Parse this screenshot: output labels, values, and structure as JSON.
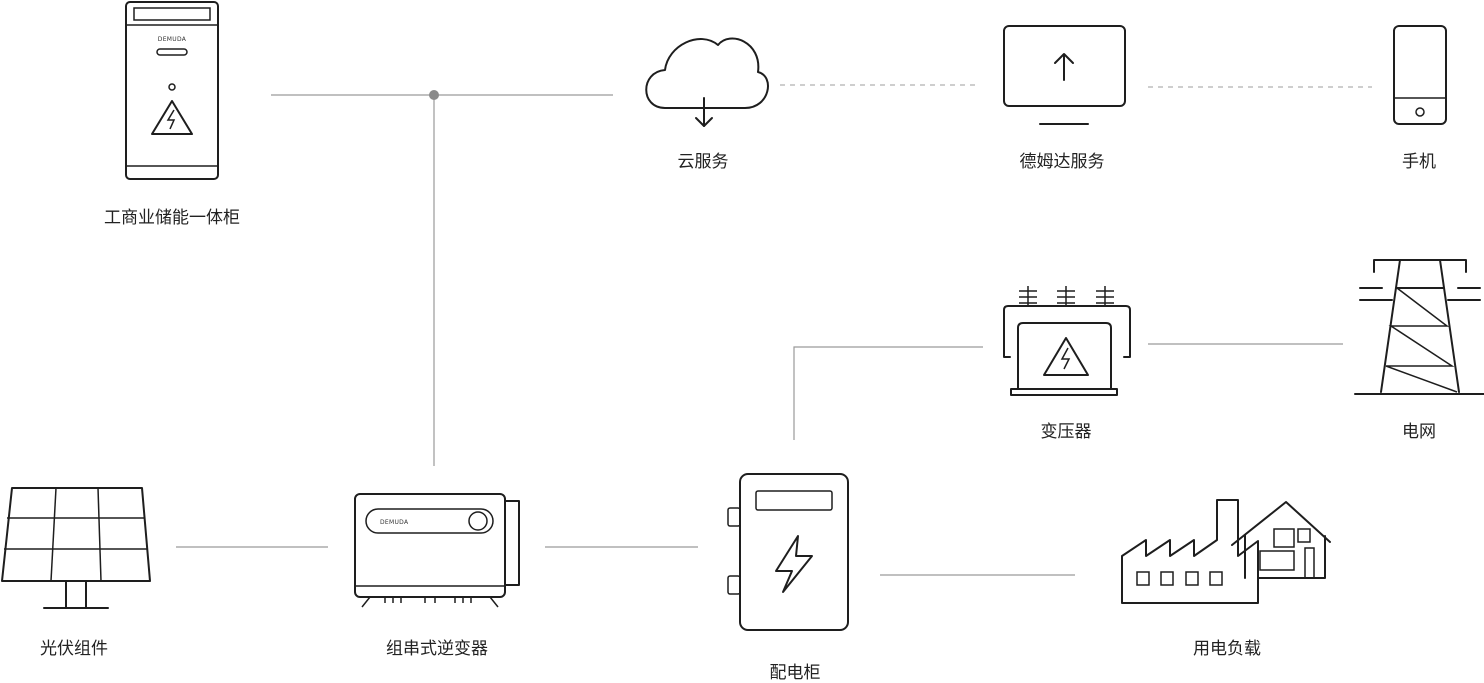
{
  "nodes": {
    "ess_cabinet": {
      "label": "工商业储能一体柜",
      "brand": "DEMUDA"
    },
    "cloud": {
      "label": "云服务"
    },
    "demuda_service": {
      "label": "德姆达服务"
    },
    "phone": {
      "label": "手机"
    },
    "transformer": {
      "label": "变压器"
    },
    "grid": {
      "label": "电网"
    },
    "pv": {
      "label": "光伏组件"
    },
    "inverter": {
      "label": "组串式逆变器",
      "brand": "DEMUDA"
    },
    "distribution": {
      "label": "配电柜"
    },
    "load": {
      "label": "用电负载"
    }
  },
  "colors": {
    "line": "#9a9a9a",
    "icon": "#1e1e1e",
    "text": "#222222"
  }
}
